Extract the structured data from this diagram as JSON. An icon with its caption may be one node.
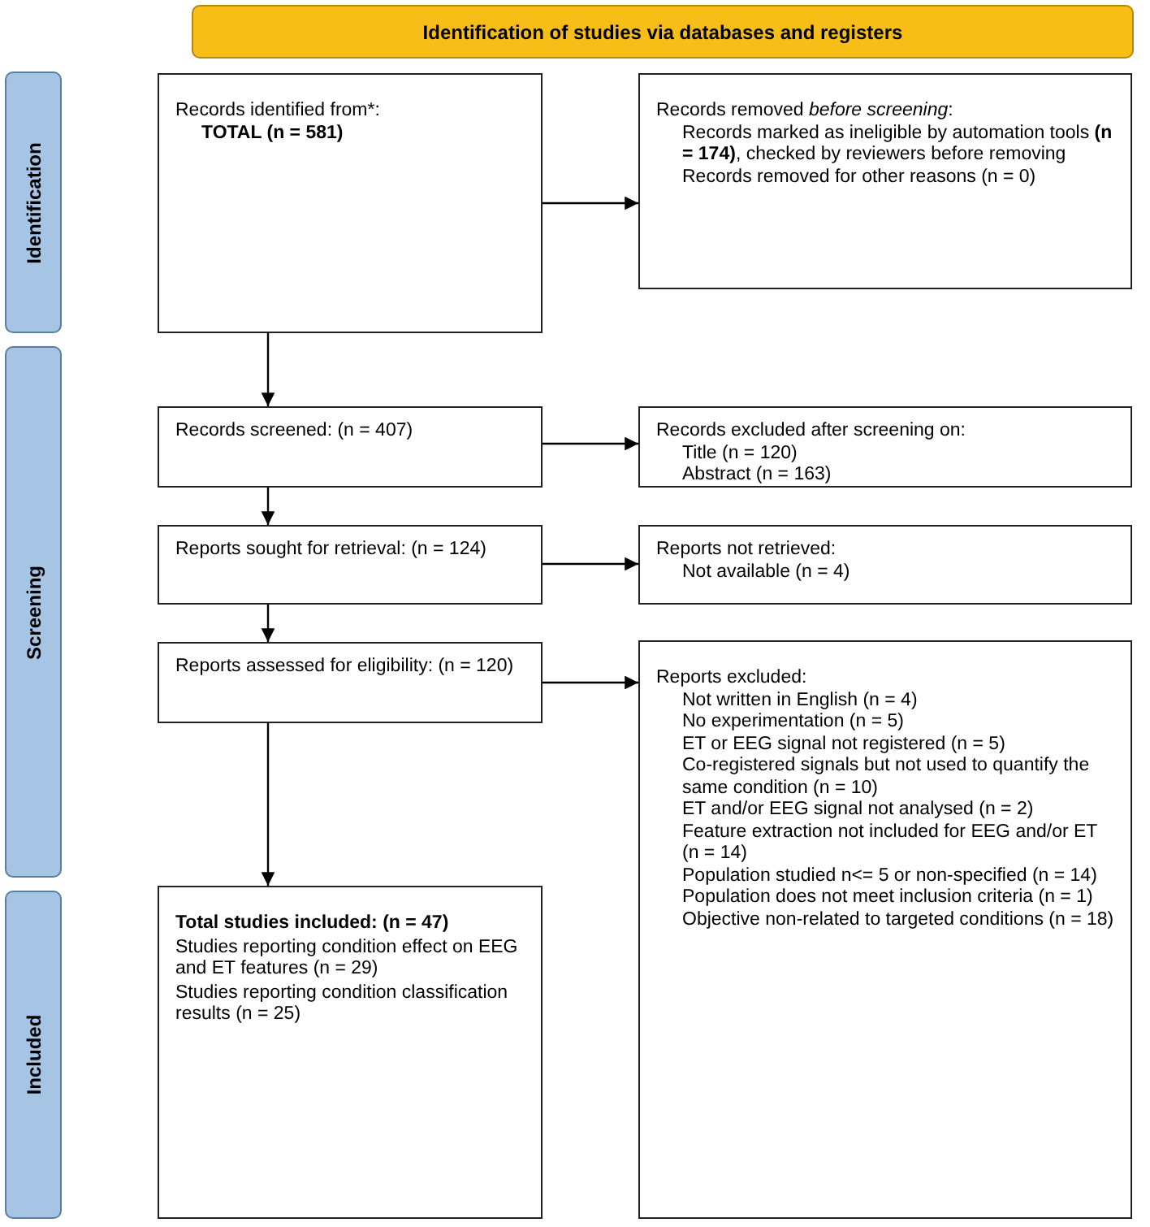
{
  "diagram": {
    "nodes": [
      {
        "text": [
          "Identification of studies via databases and registers"
        ]
      },
      {
        "text": [
          "Identification"
        ]
      },
      {
        "text": [
          "Records identified from*:",
          "TOTAL (n = 581)"
        ]
      },
      {
        "text": [
          "Records removed *before screening*:",
          "Records marked as ineligible by automation tools **(n = 174)**, checked by reviewers before removing",
          "Records removed for other reasons (n = 0)"
        ]
      },
      {
        "text": [
          "Screening"
        ]
      },
      {
        "text": [
          "Records screened: (n = 407)"
        ]
      },
      {
        "text": [
          "Records excluded after screening on:",
          "Title (n = 120)",
          "Abstract (n = 163)"
        ]
      },
      {
        "text": [
          "Reports sought for retrieval: (n = 124)"
        ]
      },
      {
        "text": [
          "Reports not retrieved:",
          "Not available (n = 4)"
        ]
      },
      {
        "text": [
          "Reports assessed for eligibility: (n = 120)"
        ]
      },
      {
        "text": [
          "Reports excluded:",
          "Not written in English (n = 4)",
          "No experimentation (n = 5)",
          "ET or EEG signal not registered (n = 5)",
          "Co-registered signals but not used to quantify the same condition (n = 10)",
          "ET and/or EEG signal not analysed (n = 2)",
          "Feature extraction not included for EEG and/or ET (n = 14)",
          "Population studied n<= 5 or non-specified (n = 14)",
          "Population does not meet inclusion criteria (n = 1)",
          "Objective non-related to targeted conditions (n = 18)"
        ]
      },
      {
        "text": [
          "Included"
        ]
      },
      {
        "text": [
          "Total studies included: (n = 47)",
          "Studies reporting condition effect on EEG and ET features (n = 29)",
          "Studies reporting condition classification results (n = 25)"
        ]
      }
    ],
    "edges": [
      {
        "from": 2,
        "to": 3,
        "arrow": "to"
      },
      {
        "from": 2,
        "to": 5,
        "arrow": "to"
      },
      {
        "from": 5,
        "to": 6,
        "arrow": "to"
      },
      {
        "from": 5,
        "to": 7,
        "arrow": "to"
      },
      {
        "from": 7,
        "to": 8,
        "arrow": "to"
      },
      {
        "from": 7,
        "to": 9,
        "arrow": "to"
      },
      {
        "from": 9,
        "to": 10,
        "arrow": "to"
      },
      {
        "from": 9,
        "to": 12,
        "arrow": "to"
      }
    ]
  }
}
